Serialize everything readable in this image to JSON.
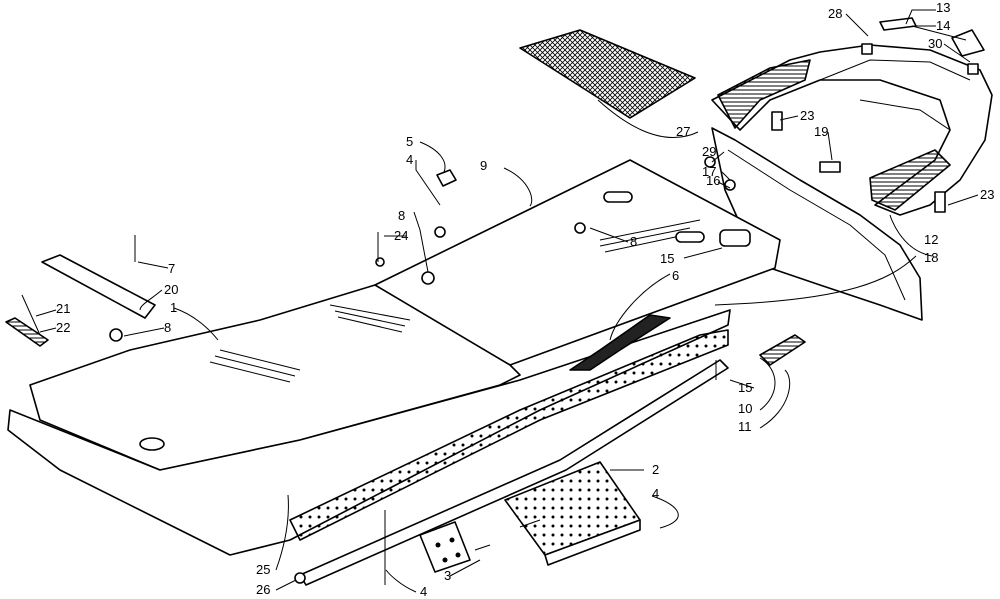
{
  "callouts": [
    {
      "id": "c13",
      "text": "13"
    },
    {
      "id": "c14",
      "text": "14"
    },
    {
      "id": "c28",
      "text": "28"
    },
    {
      "id": "c30",
      "text": "30"
    },
    {
      "id": "c27",
      "text": "27"
    },
    {
      "id": "c23a",
      "text": "23"
    },
    {
      "id": "c19",
      "text": "19"
    },
    {
      "id": "c29",
      "text": "29"
    },
    {
      "id": "c17",
      "text": "17"
    },
    {
      "id": "c16",
      "text": "16"
    },
    {
      "id": "c23b",
      "text": "23"
    },
    {
      "id": "c5",
      "text": "5"
    },
    {
      "id": "c4a",
      "text": "4"
    },
    {
      "id": "c9",
      "text": "9"
    },
    {
      "id": "c8a",
      "text": "8"
    },
    {
      "id": "c24",
      "text": "24"
    },
    {
      "id": "c8b",
      "text": "8"
    },
    {
      "id": "c12",
      "text": "12"
    },
    {
      "id": "c15a",
      "text": "15"
    },
    {
      "id": "c18",
      "text": "18"
    },
    {
      "id": "c7",
      "text": "7"
    },
    {
      "id": "c6",
      "text": "6"
    },
    {
      "id": "c20",
      "text": "20"
    },
    {
      "id": "c1",
      "text": "1"
    },
    {
      "id": "c21",
      "text": "21"
    },
    {
      "id": "c22",
      "text": "22"
    },
    {
      "id": "c8c",
      "text": "8"
    },
    {
      "id": "c15b",
      "text": "15"
    },
    {
      "id": "c10",
      "text": "10"
    },
    {
      "id": "c11",
      "text": "11"
    },
    {
      "id": "c2",
      "text": "2"
    },
    {
      "id": "c4b",
      "text": "4"
    },
    {
      "id": "c25",
      "text": "25"
    },
    {
      "id": "c3",
      "text": "3"
    },
    {
      "id": "c26",
      "text": "26"
    },
    {
      "id": "c4c",
      "text": "4"
    }
  ]
}
